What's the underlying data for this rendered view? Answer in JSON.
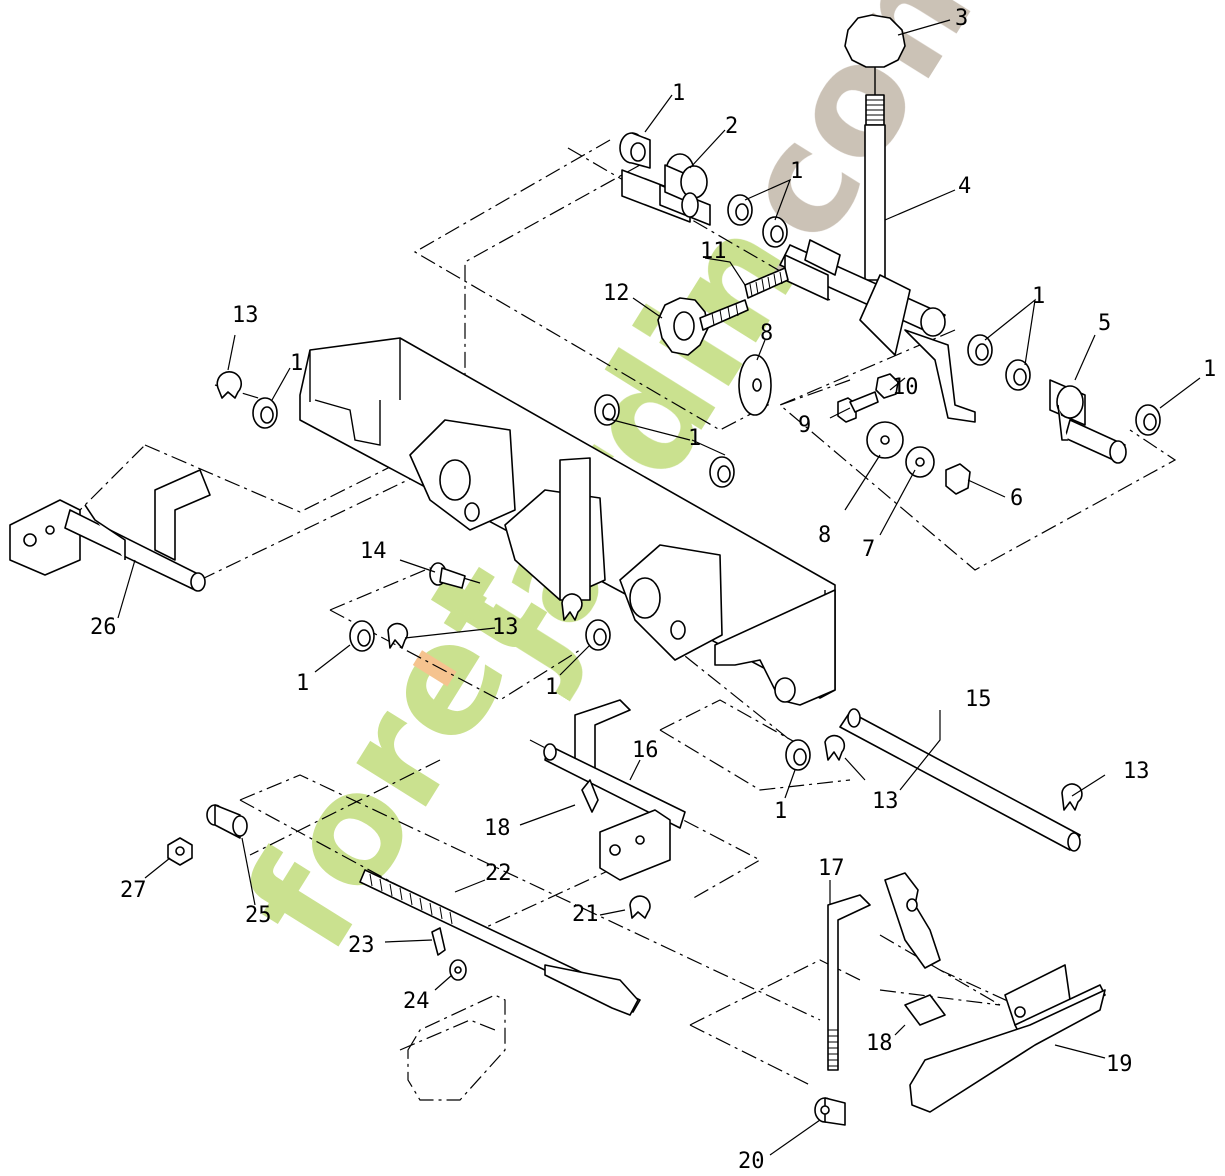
{
  "watermark": {
    "text_green": "foret",
    "text_orange": "'",
    "text_green2": "jardin",
    "text_grey": ".com",
    "colors": {
      "green": "#c8e08a",
      "orange": "#f5c089",
      "grey": "#c9bfb3"
    }
  },
  "callouts": [
    {
      "id": "c3",
      "label": "3"
    },
    {
      "id": "c1a",
      "label": "1"
    },
    {
      "id": "c2",
      "label": "2"
    },
    {
      "id": "c1b",
      "label": "1"
    },
    {
      "id": "c4",
      "label": "4"
    },
    {
      "id": "c11",
      "label": "11"
    },
    {
      "id": "c12",
      "label": "12"
    },
    {
      "id": "c13a",
      "label": "13"
    },
    {
      "id": "c1c",
      "label": "1"
    },
    {
      "id": "c8a",
      "label": "8"
    },
    {
      "id": "c1d",
      "label": "1"
    },
    {
      "id": "c5",
      "label": "5"
    },
    {
      "id": "c1e",
      "label": "1"
    },
    {
      "id": "c10",
      "label": "10"
    },
    {
      "id": "c9",
      "label": "9"
    },
    {
      "id": "c1f",
      "label": "1"
    },
    {
      "id": "c6",
      "label": "6"
    },
    {
      "id": "c8b",
      "label": "8"
    },
    {
      "id": "c7",
      "label": "7"
    },
    {
      "id": "c26",
      "label": "26"
    },
    {
      "id": "c14",
      "label": "14"
    },
    {
      "id": "c13b",
      "label": "13"
    },
    {
      "id": "c1g",
      "label": "1"
    },
    {
      "id": "c1h",
      "label": "1"
    },
    {
      "id": "c15",
      "label": "15"
    },
    {
      "id": "c16",
      "label": "16"
    },
    {
      "id": "c13c",
      "label": "13"
    },
    {
      "id": "c1i",
      "label": "1"
    },
    {
      "id": "c13d",
      "label": "13"
    },
    {
      "id": "c18a",
      "label": "18"
    },
    {
      "id": "c22",
      "label": "22"
    },
    {
      "id": "c27",
      "label": "27"
    },
    {
      "id": "c25",
      "label": "25"
    },
    {
      "id": "c21",
      "label": "21"
    },
    {
      "id": "c17",
      "label": "17"
    },
    {
      "id": "c23",
      "label": "23"
    },
    {
      "id": "c24",
      "label": "24"
    },
    {
      "id": "c18b",
      "label": "18"
    },
    {
      "id": "c19",
      "label": "19"
    },
    {
      "id": "c20",
      "label": "20"
    }
  ]
}
